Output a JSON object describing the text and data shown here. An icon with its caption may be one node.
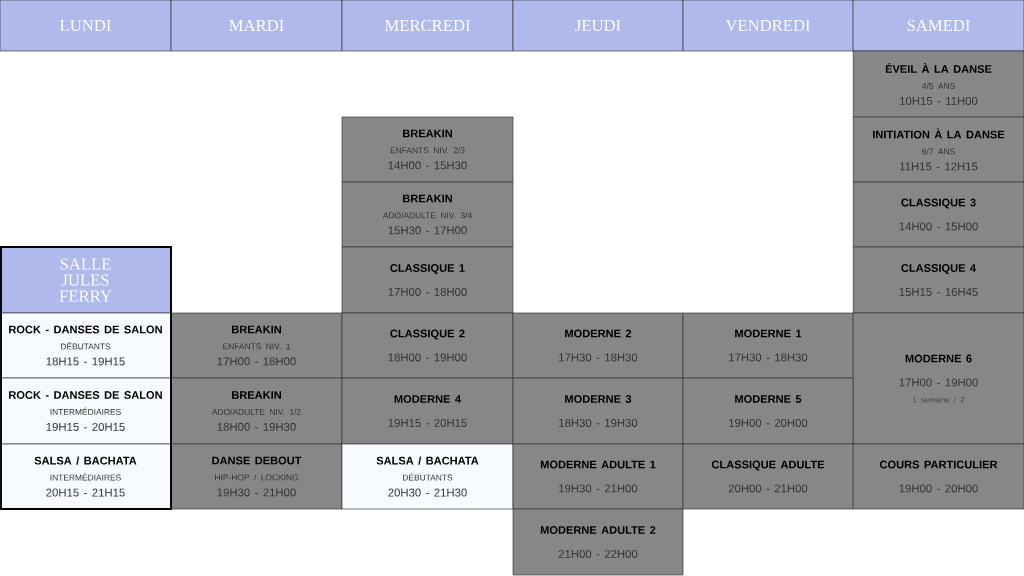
{
  "diagram": {
    "nodes": [
      {
        "text": [
          "LUNDI"
        ]
      },
      {
        "text": [
          "MARDI"
        ]
      },
      {
        "text": [
          "MERCREDI"
        ]
      },
      {
        "text": [
          "JEUDI"
        ]
      },
      {
        "text": [
          "VENDREDI"
        ]
      },
      {
        "text": [
          "SAMEDI"
        ]
      },
      {
        "text": [
          "ÉVEIL À LA DANSE",
          "4/5 ANS",
          "10H15 - 11H00"
        ]
      },
      {
        "text": [
          "BREAKIN",
          "ENFANTS NIV. 2/3",
          "14H00 - 15H30"
        ]
      },
      {
        "text": [
          "INITIATION À LA DANSE",
          "6/7 ANS",
          "11H15 - 12H15"
        ]
      },
      {
        "text": [
          "BREAKIN",
          "ADO/ADULTE NIV. 3/4",
          "15H30 - 17H00"
        ]
      },
      {
        "text": [
          "CLASSIQUE 3",
          "14H00 - 15H00"
        ]
      },
      {
        "text": [
          "SALLE JULES FERRY"
        ]
      },
      {
        "text": [
          "CLASSIQUE 1",
          "17H00 - 18H00"
        ]
      },
      {
        "text": [
          "CLASSIQUE 4",
          "15H15 - 16H45"
        ]
      },
      {
        "text": [
          "ROCK - DANSES DE SALON",
          "DÉBUTANTS",
          "18H15 - 19H15"
        ]
      },
      {
        "text": [
          "BREAKIN",
          "ENFANTS NIV. 1",
          "17H00 - 18H00"
        ]
      },
      {
        "text": [
          "CLASSIQUE 2",
          "18H00 - 19H00"
        ]
      },
      {
        "text": [
          "MODERNE 2",
          "17H30 - 18H30"
        ]
      },
      {
        "text": [
          "MODERNE 1",
          "17H30 - 18H30"
        ]
      },
      {
        "text": [
          "MODERNE 6",
          "17H00 - 19H00",
          "1 semaine / 2"
        ]
      },
      {
        "text": [
          "ROCK - DANSES DE SALON",
          "INTERMÉDIAIRES",
          "19H15 - 20H15"
        ]
      },
      {
        "text": [
          "BREAKIN",
          "ADO/ADULTE NIV. 1/2",
          "18H00 - 19H30"
        ]
      },
      {
        "text": [
          "MODERNE 4",
          "19H15 - 20H15"
        ]
      },
      {
        "text": [
          "MODERNE 3",
          "18H30 - 19H30"
        ]
      },
      {
        "text": [
          "MODERNE 5",
          "19H00 - 20H00"
        ]
      },
      {
        "text": [
          "SALSA / BACHATA",
          "INTERMÉDIAIRES",
          "20H15 - 21H15"
        ]
      },
      {
        "text": [
          "DANSE DEBOUT",
          "HIP-HOP / LOCKING",
          "19H30 - 21H00"
        ]
      },
      {
        "text": [
          "SALSA / BACHATA",
          "DÉBUTANTS",
          "20H30 - 21H30"
        ]
      },
      {
        "text": [
          "MODERNE ADULTE 1",
          "19H30 - 21H00"
        ]
      },
      {
        "text": [
          "CLASSIQUE ADULTE",
          "20H00 - 21H00"
        ]
      },
      {
        "text": [
          "COURS PARTICULIER",
          "19H00 - 20H00"
        ]
      },
      {
        "text": [
          "MODERNE ADULTE 2",
          "21H00 - 22H00"
        ]
      }
    ]
  }
}
